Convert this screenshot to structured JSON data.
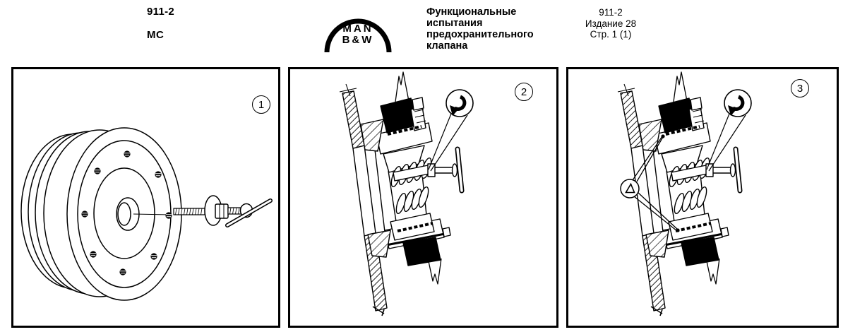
{
  "colors": {
    "ink": "#000000",
    "paper": "#ffffff"
  },
  "header": {
    "doc_code": "911-2",
    "engine_series": "MC",
    "logo": {
      "top": "MAN",
      "bottom": "B&W"
    },
    "title_lines": [
      "Функциональные",
      "испытания",
      "предохранительного",
      "клапана"
    ],
    "reference": {
      "code": "911-2",
      "edition": "Издание 28",
      "page": "Стр. 1 (1)"
    }
  },
  "figures": [
    {
      "number": "1",
      "content": "safety-valve-cover-with-spindle-and-locking-pin"
    },
    {
      "number": "2",
      "content": "safety-valve-cross-section-with-turning-handle",
      "marker_icons": [
        "turn-arrow-icon"
      ]
    },
    {
      "number": "3",
      "content": "safety-valve-cross-section-with-clearance-points",
      "marker_icons": [
        "turn-arrow-icon",
        "triangle-marker-icon"
      ]
    }
  ]
}
